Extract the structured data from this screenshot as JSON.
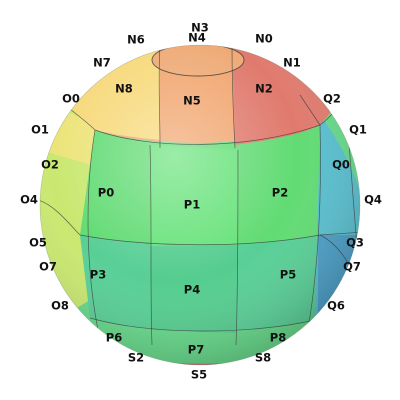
{
  "faces": {
    "north": {
      "color": "#f2a26c"
    },
    "east": {
      "color": "#5bbfcc"
    },
    "south": {
      "color": "#cc6f7a"
    },
    "equator_top": [
      "#f6e77a",
      "#66df6e",
      "#5ee08c"
    ],
    "equator_bottom": [
      "#70d86e",
      "#60d69a",
      "#4fc8a6"
    ]
  },
  "labels": {
    "N0": "N0",
    "N1": "N1",
    "N2": "N2",
    "N3": "N3",
    "N4": "N4",
    "N5": "N5",
    "N6": "N6",
    "N7": "N7",
    "N8": "N8",
    "O0": "O0",
    "O1": "O1",
    "O2": "O2",
    "O4": "O4",
    "O5": "O5",
    "O7": "O7",
    "O8": "O8",
    "P0": "P0",
    "P1": "P1",
    "P2": "P2",
    "P3": "P3",
    "P4": "P4",
    "P5": "P5",
    "P6": "P6",
    "P7": "P7",
    "P8": "P8",
    "Q0": "Q0",
    "Q1": "Q1",
    "Q2": "Q2",
    "Q3": "Q3",
    "Q4": "Q4",
    "Q6": "Q6",
    "Q7": "Q7",
    "S2": "S2",
    "S5": "S5",
    "S8": "S8"
  }
}
